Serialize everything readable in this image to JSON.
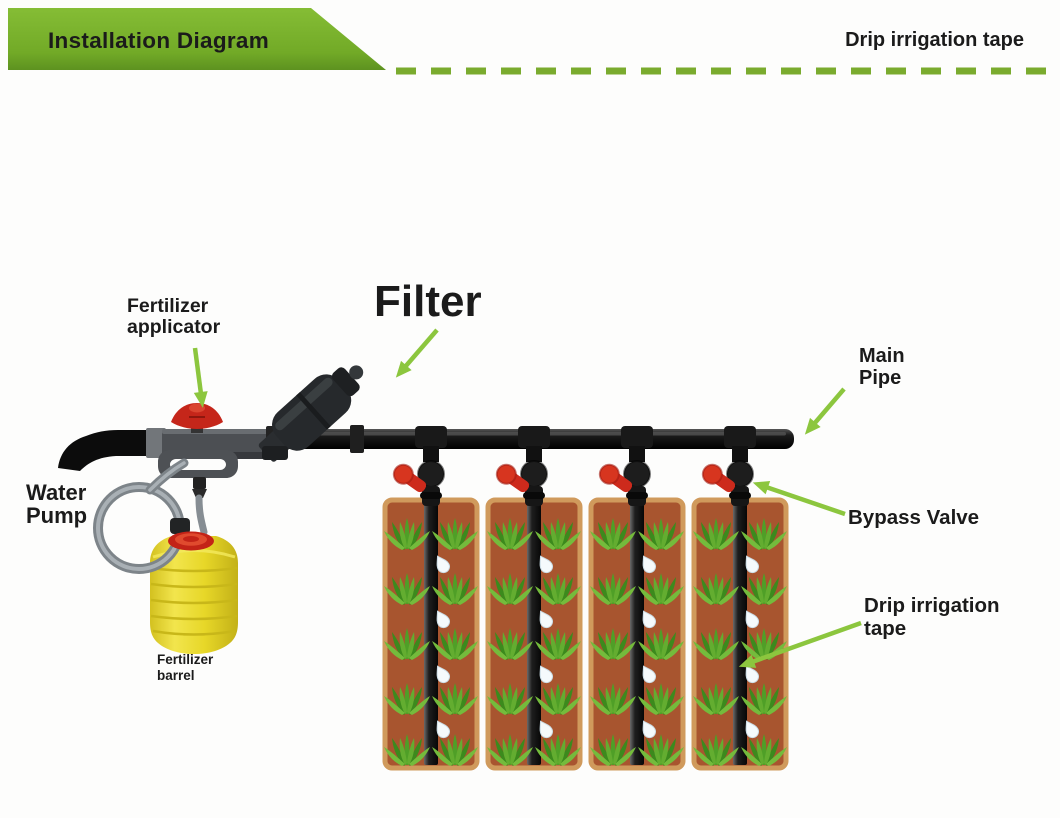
{
  "header": {
    "banner_title": "Installation Diagram",
    "tagline": "Drip irrigation tape"
  },
  "labels": {
    "fertilizer_applicator": {
      "line1": "Fertilizer",
      "line2": "applicator"
    },
    "filter": "Filter",
    "water_pump": {
      "line1": "Water",
      "line2": "Pump"
    },
    "main_pipe": {
      "line1": "Main",
      "line2": "Pipe"
    },
    "bypass_valve": "Bypass Valve",
    "drip_irrigation_tape": {
      "line1": "Drip irrigation",
      "line2": "tape"
    },
    "fertilizer_barrel": {
      "line1": "Fertilizer",
      "line2": "barrel"
    }
  },
  "colors": {
    "banner_green": "#76b22a",
    "dash_green": "#7aab2e",
    "label_green": "#4e9b20",
    "arrow_green": "#8cc63e",
    "pipe_black": "#151515",
    "valve_red": "#cd2a1c",
    "barrel_yellow": "#e9d92b",
    "soil_brown": "#a8552f",
    "soil_border": "#d09a5c",
    "tube_gray": "#868d93"
  }
}
